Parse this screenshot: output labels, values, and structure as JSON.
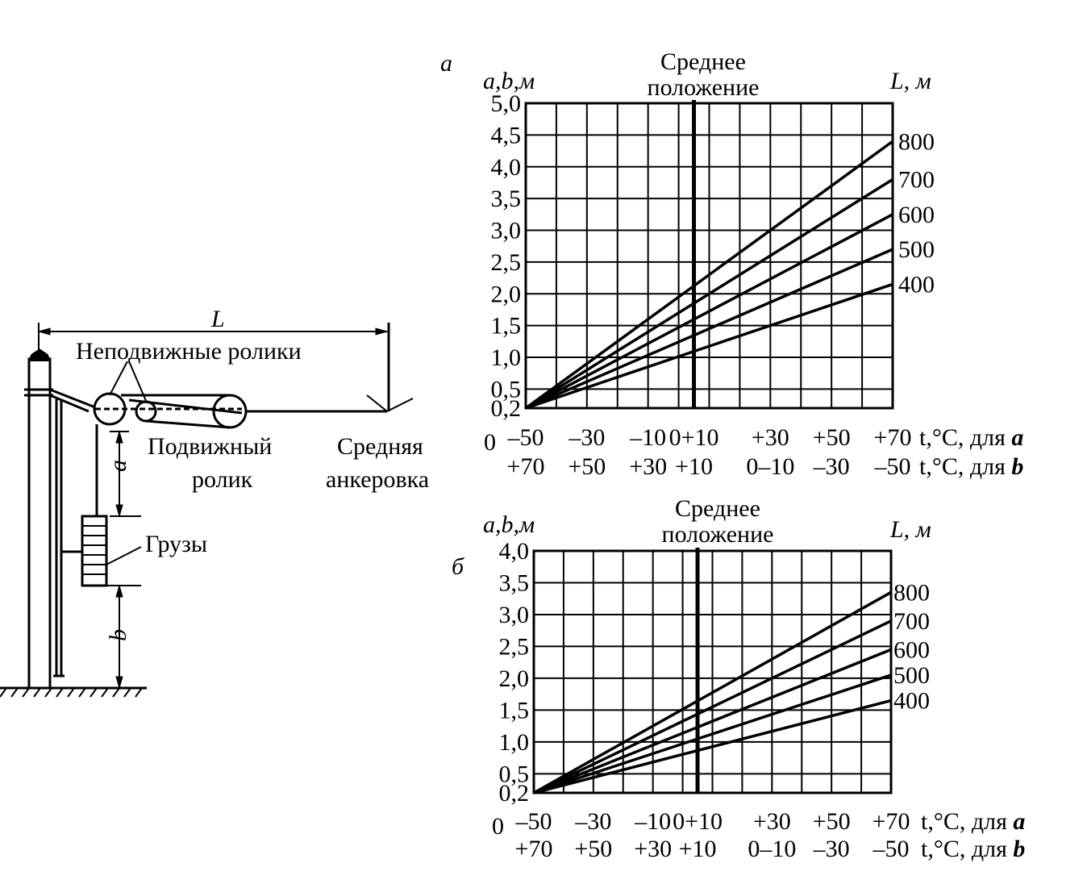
{
  "diagram": {
    "span_label": "L",
    "fixed_rollers": "Неподвижные ролики",
    "movable_roller_1": "Подвижный",
    "movable_roller_2": "ролик",
    "mid_anchor_1": "Средняя",
    "mid_anchor_2": "анкеровка",
    "weights": "Грузы",
    "dim_a": "a",
    "dim_b": "b"
  },
  "chart_data": [
    {
      "type": "line",
      "panel_label": "a",
      "title_line1": "Среднее",
      "title_line2": "положение",
      "ylabel": "a,b,м",
      "right_label": "L, м",
      "ylim": [
        0.2,
        5.0
      ],
      "y_ticks": [
        "5,0",
        "4,5",
        "4,0",
        "3,5",
        "3,0",
        "2,5",
        "2,0",
        "1,5",
        "1,0",
        "0,5",
        "0,2"
      ],
      "y_tick_values": [
        5.0,
        4.5,
        4.0,
        3.5,
        3.0,
        2.5,
        2.0,
        1.5,
        1.0,
        0.5,
        0.2
      ],
      "x_zero": "0",
      "x_ticks_a": [
        "–50",
        "–30",
        "–10",
        "0+10",
        "+30",
        "+50",
        "+70"
      ],
      "x_ticks_b": [
        "+70",
        "+50",
        "+30",
        "+10",
        "0–10",
        "–30",
        "–50"
      ],
      "x_unit_a": "t,°C, для",
      "x_unit_b": "t,°C, для",
      "x_unit_a_letter": "a",
      "x_unit_b_letter": "b",
      "x_a": [
        -50,
        70
      ],
      "x_b": [
        70,
        -50
      ],
      "mid_temperature": 5,
      "series": [
        {
          "name": "800",
          "values": [
            0.2,
            4.4
          ]
        },
        {
          "name": "700",
          "values": [
            0.2,
            3.8
          ]
        },
        {
          "name": "600",
          "values": [
            0.2,
            3.25
          ]
        },
        {
          "name": "500",
          "values": [
            0.2,
            2.7
          ]
        },
        {
          "name": "400",
          "values": [
            0.2,
            2.15
          ]
        }
      ]
    },
    {
      "type": "line",
      "panel_label": "б",
      "title_line1": "Среднее",
      "title_line2": "положение",
      "ylabel": "a,b,м",
      "right_label": "L, м",
      "ylim": [
        0.2,
        4.0
      ],
      "y_ticks": [
        "4,0",
        "3,5",
        "3,0",
        "2,5",
        "2,0",
        "1,5",
        "1,0",
        "0,5",
        "0,2"
      ],
      "y_tick_values": [
        4.0,
        3.5,
        3.0,
        2.5,
        2.0,
        1.5,
        1.0,
        0.5,
        0.2
      ],
      "x_zero": "0",
      "x_ticks_a": [
        "–50",
        "–30",
        "–10",
        "0+10",
        "+30",
        "+50",
        "+70"
      ],
      "x_ticks_b": [
        "+70",
        "+50",
        "+30",
        "+10",
        "0–10",
        "–30",
        "–50"
      ],
      "x_unit_a": "t,°C, для",
      "x_unit_b": "t,°C, для",
      "x_unit_a_letter": "a",
      "x_unit_b_letter": "b",
      "x_a": [
        -50,
        70
      ],
      "x_b": [
        70,
        -50
      ],
      "mid_temperature": 5,
      "series": [
        {
          "name": "800",
          "values": [
            0.2,
            3.35
          ]
        },
        {
          "name": "700",
          "values": [
            0.2,
            2.9
          ]
        },
        {
          "name": "600",
          "values": [
            0.2,
            2.45
          ]
        },
        {
          "name": "500",
          "values": [
            0.2,
            2.05
          ]
        },
        {
          "name": "400",
          "values": [
            0.2,
            1.65
          ]
        }
      ]
    }
  ]
}
